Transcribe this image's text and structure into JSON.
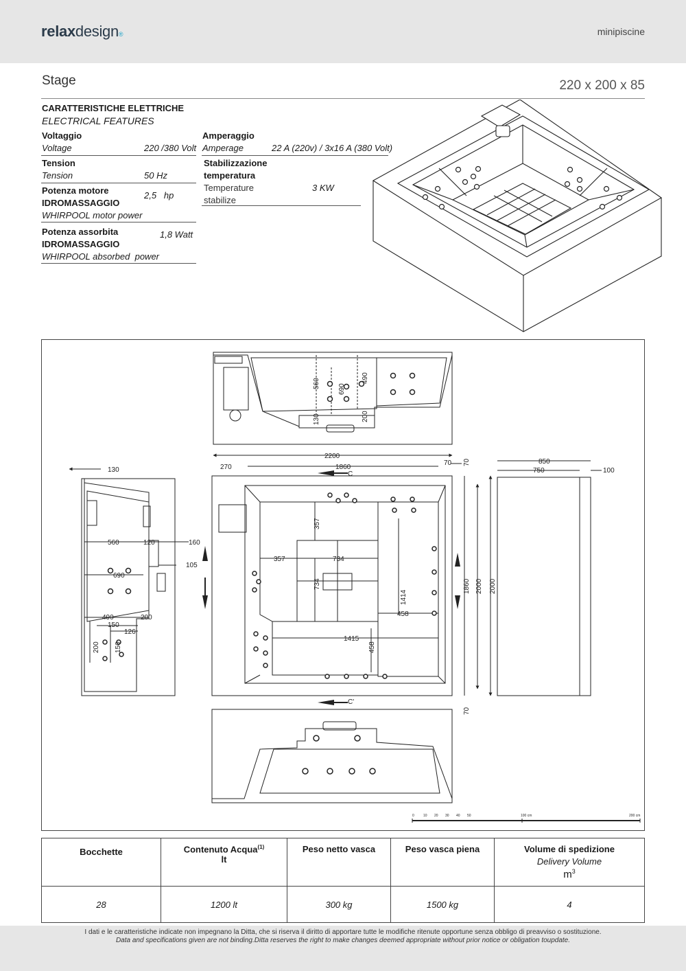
{
  "header": {
    "brand_bold": "relax",
    "brand_light": "design",
    "brand_mark": "®",
    "section": "minipiscine"
  },
  "product": {
    "name": "Stage",
    "size": "220 x 200 x 85"
  },
  "features": {
    "heading": "CARATTERISTICHE ELETTRICHE",
    "heading_en": "ELECTRICAL FEATURES",
    "voltage": {
      "label": "Voltaggio",
      "label_en": "Voltage",
      "value": "220 /380 Volt"
    },
    "tension": {
      "label": "Tension",
      "label_en": "Tension",
      "value": "50 Hz"
    },
    "motor": {
      "label1": "Potenza motore",
      "label2": "IDROMASSAGGIO",
      "label_en": "WHIRPOOL motor power",
      "value": "2,5   hp"
    },
    "absorbed": {
      "label1": "Potenza assorbita",
      "label2": "IDROMASSAGGIO",
      "label_en": "WHIRPOOL absorbed  power",
      "value": "1,8 Watt"
    },
    "amperage": {
      "label": "Amperaggio",
      "label_en": "Amperage",
      "value": "22 A (220v) / 3x16 A (380 Volt)"
    },
    "stabilization": {
      "label1": "Stabilizzazione",
      "label2": "temperatura",
      "label_en1": "Temperature",
      "label_en2": "stabilize",
      "value": "3 KW"
    }
  },
  "drawing": {
    "top_dims": {
      "d560": "560",
      "d690": "690",
      "d490": "490",
      "d130": "130",
      "d200": "200"
    },
    "plan_dims": {
      "w2200": "2200",
      "w1860": "1860",
      "w270": "270",
      "w70": "70",
      "h70": "70",
      "h70b": "70",
      "d357a": "357",
      "d357b": "357",
      "d734a": "734",
      "d734b": "734",
      "d1414": "1414",
      "d458a": "458",
      "d458b": "458",
      "d1415": "1415",
      "h1860": "1860",
      "h2000a": "2000",
      "h2000b": "2000",
      "sec_c": "C",
      "sec_c2": "C'"
    },
    "left_dims": {
      "d130": "130",
      "d560": "560",
      "d120": "120",
      "d160": "160",
      "d105": "105",
      "d690": "690",
      "d490": "490",
      "d200a": "200",
      "d150a": "150",
      "d126": "126",
      "d200b": "200",
      "d150b": "150"
    },
    "right_dims": {
      "d850": "850",
      "d750": "750",
      "d100": "100"
    },
    "scale": {
      "s0": "0",
      "s10": "10",
      "s20": "20",
      "s30": "30",
      "s40": "40",
      "s50": "50",
      "s100": "100 cm",
      "s200": "200 cm"
    }
  },
  "table": {
    "headers": [
      {
        "main": "Bocchette",
        "sub": ""
      },
      {
        "main": "Contenuto Acqua",
        "sup": "(1)",
        "sub": "lt"
      },
      {
        "main": "Peso netto vasca",
        "sub": ""
      },
      {
        "main": "Peso vasca piena",
        "sub": ""
      },
      {
        "main": "Volume di spedizione",
        "sub": "Delivery Volume",
        "unit": "m",
        "unit_sup": "3"
      }
    ],
    "values": [
      "28",
      "1200 lt",
      "300 kg",
      "1500 kg",
      "4"
    ]
  },
  "footer": {
    "it": "I dati e le caratteristiche indicate non impegnano la Ditta, che si riserva il diritto di apportare tutte le modifiche ritenute opportune senza obbligo di preavviso o sostituzione.",
    "en": "Data and specifications given are not binding.Ditta reserves the right to make changes deemed appropriate without prior notice or obligation toupdate."
  }
}
